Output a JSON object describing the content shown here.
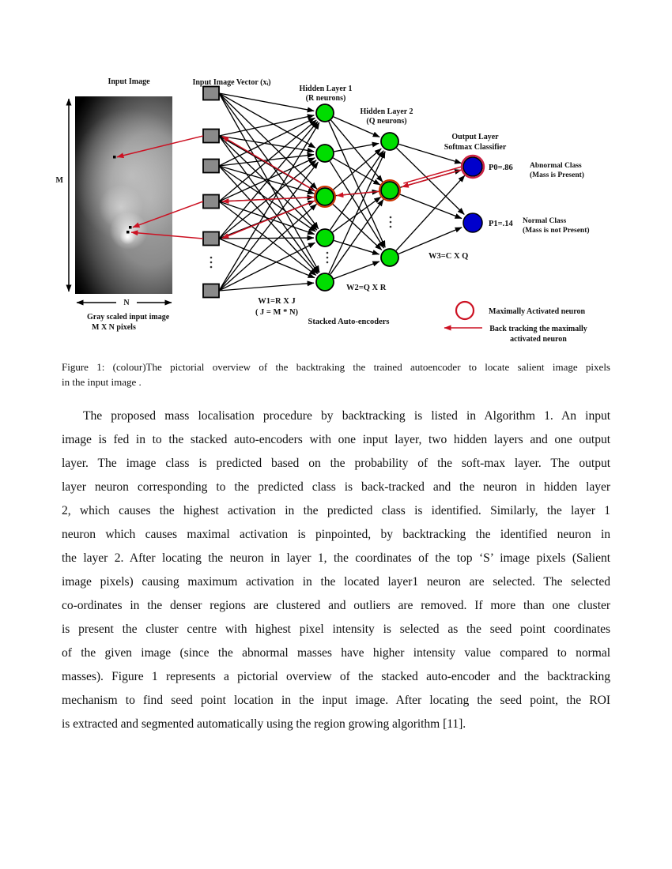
{
  "figure": {
    "labels": {
      "input_image": "Input Image",
      "input_vector": "Input Image Vector (xᵢ)",
      "hidden1_l1": "Hidden Layer 1",
      "hidden1_l2": "(R neurons)",
      "hidden2_l1": "Hidden Layer 2",
      "hidden2_l2": "(Q neurons)",
      "output_l1": "Output Layer",
      "output_l2": "Softmax Classifier",
      "p0": "P0=.86",
      "p1": "P1=.14",
      "abnormal_l1": "Abnormal Class",
      "abnormal_l2": "(Mass is Present)",
      "normal_l1": "Normal Class",
      "normal_l2": "(Mass is not Present)",
      "w1_l1": "W1=R X J",
      "w1_l2": "( J = M * N)",
      "w2": "W2=Q X R",
      "w3": "W3=C X Q",
      "stacked": "Stacked Auto-encoders",
      "m_dim": "M",
      "n_dim": "N",
      "gray_l1": "Gray scaled input image",
      "gray_l2": "M X N pixels",
      "legend_circle": "Maximally Activated neuron",
      "legend_arrow_l1": "Back tracking the maximally",
      "legend_arrow_l2": "activated neuron"
    },
    "colors": {
      "neuron_green": "#00dd00",
      "neuron_blue": "#0000cc",
      "input_square_gray": "#8a8a8a",
      "backtrack_red": "#cc1122",
      "highlight_ring_red": "#cc2244",
      "highlight_ring_orange": "#cc3300",
      "edge_black": "#000000"
    }
  },
  "caption": {
    "lines": [
      "Figure 1: (colour)The pictorial overview of the backtraking the trained autoencoder to locate salient image pixels",
      "in the input image ."
    ]
  },
  "body": {
    "lines": [
      "The proposed mass localisation procedure by backtracking is listed in Algorithm 1. An input",
      "image is fed in to the stacked auto-encoders with one input layer, two hidden layers and one output",
      "layer. The image class is predicted based on the probability of the soft-max layer. The output",
      "layer neuron corresponding to the predicted class is back-tracked and the neuron in hidden layer",
      "2, which causes the highest activation in the predicted class is identified. Similarly, the layer 1",
      "neuron which causes maximal activation is pinpointed, by backtracking the identified neuron in",
      "the layer 2. After locating the neuron in layer 1, the coordinates of the top ‘S’ image pixels (Salient",
      "image pixels) causing maximum activation in the located layer1 neuron are selected. The selected",
      "co-ordinates in the denser regions are clustered and outliers are removed. If more than one cluster",
      "is present the cluster centre with highest pixel intensity is selected as the seed point coordinates",
      "of the given image (since the abnormal masses have higher intensity value compared to normal",
      "masses). Figure 1 represents a pictorial overview of the stacked auto-encoder and the backtracking",
      "mechanism to find seed point location in the input image. After locating the seed point, the ROI",
      "is extracted and segmented automatically using the region growing algorithm [11]."
    ]
  }
}
